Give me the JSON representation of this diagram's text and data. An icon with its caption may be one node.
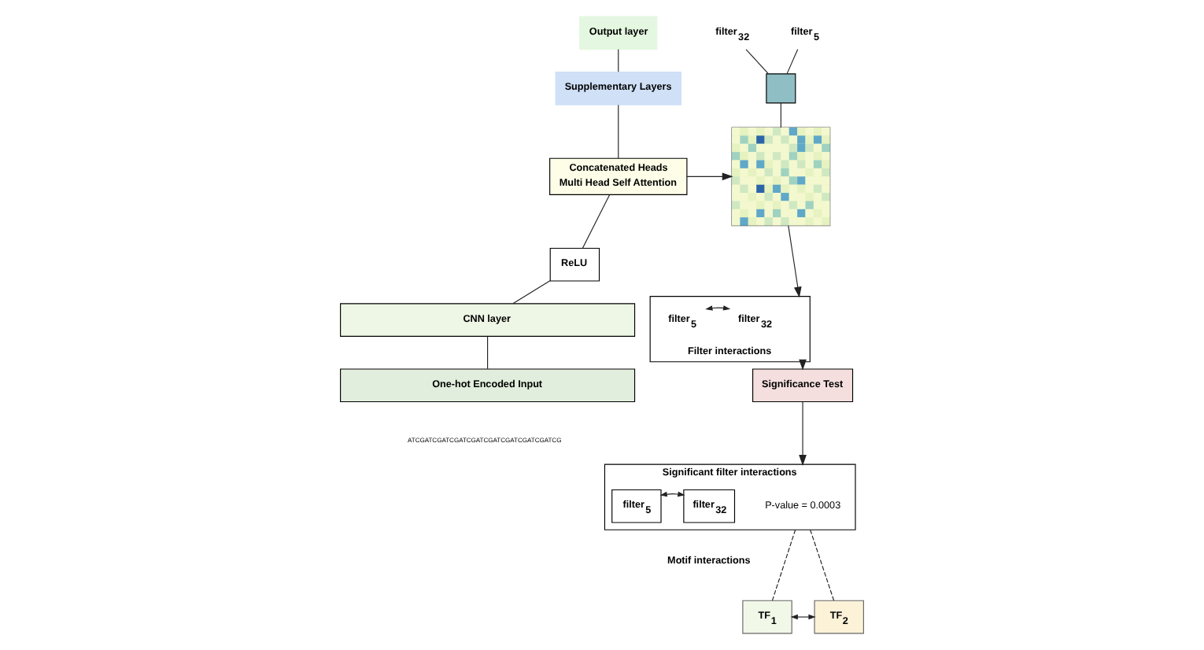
{
  "diagram": {
    "nodes": [
      {
        "text": [
          "Output layer"
        ]
      },
      {
        "text": [
          "Supplementary Layers"
        ]
      },
      {
        "text": [
          "Concatenated Heads",
          "Multi Head Self Attention"
        ]
      },
      {
        "text": [
          "ReLU"
        ]
      },
      {
        "text": [
          "CNN layer"
        ]
      },
      {
        "text": [
          "One-hot Encoded Input"
        ]
      },
      {
        "text": [],
        "shape": "picture"
      },
      {
        "text": [
          "filter$_{32}$"
        ]
      },
      {
        "text": [
          "filter$_{5}$"
        ]
      },
      {
        "text": [],
        "shape": "box"
      },
      {
        "text": [
          "Filter interactions"
        ]
      },
      {
        "text": [
          "filter$_{5}$"
        ],
        "in": 10
      },
      {
        "text": [
          "filter$_{32}$"
        ],
        "in": 10
      },
      {
        "text": [
          "Significance Test"
        ]
      },
      {
        "text": [
          "Significant filter interactions",
          "P-value = 0.0003"
        ]
      },
      {
        "text": [
          "filter$_{5}$"
        ],
        "in": 14
      },
      {
        "text": [
          "filter$_{32}$"
        ],
        "in": 14
      },
      {
        "text": [
          "TF$_{1}$"
        ]
      },
      {
        "text": [
          "TF$_{2}$"
        ]
      }
    ],
    "edges": [
      {
        "from": 0,
        "to": 1,
        "arrow": "none"
      },
      {
        "from": 1,
        "to": 2,
        "arrow": "none"
      },
      {
        "from": 2,
        "to": 3,
        "arrow": "none"
      },
      {
        "from": 3,
        "to": 4,
        "arrow": "none"
      },
      {
        "from": 4,
        "to": 5,
        "arrow": "none"
      },
      {
        "from": 2,
        "to": 6,
        "arrow": "to"
      },
      {
        "from": 7,
        "to": 9,
        "arrow": "none"
      },
      {
        "from": 8,
        "to": 9,
        "arrow": "none"
      },
      {
        "from": 9,
        "to": 6,
        "arrow": "none"
      },
      {
        "from": 6,
        "to": 10,
        "arrow": "to"
      },
      {
        "from": 11,
        "to": 12,
        "arrow": "both"
      },
      {
        "from": 10,
        "to": 13,
        "arrow": "to"
      },
      {
        "from": 13,
        "to": 14,
        "arrow": "to"
      },
      {
        "from": 15,
        "to": 16,
        "arrow": "both"
      },
      {
        "from": 14,
        "to": 17,
        "arrow": "none",
        "style": "dashed"
      },
      {
        "from": 14,
        "to": 18,
        "arrow": "none",
        "style": "dashed"
      },
      {
        "from": 17,
        "to": 18,
        "arrow": "both"
      }
    ],
    "labels": [
      "ATCGATCGATCGATCGATCGATCGATCGATCGATCG",
      "Motif interactions"
    ]
  }
}
